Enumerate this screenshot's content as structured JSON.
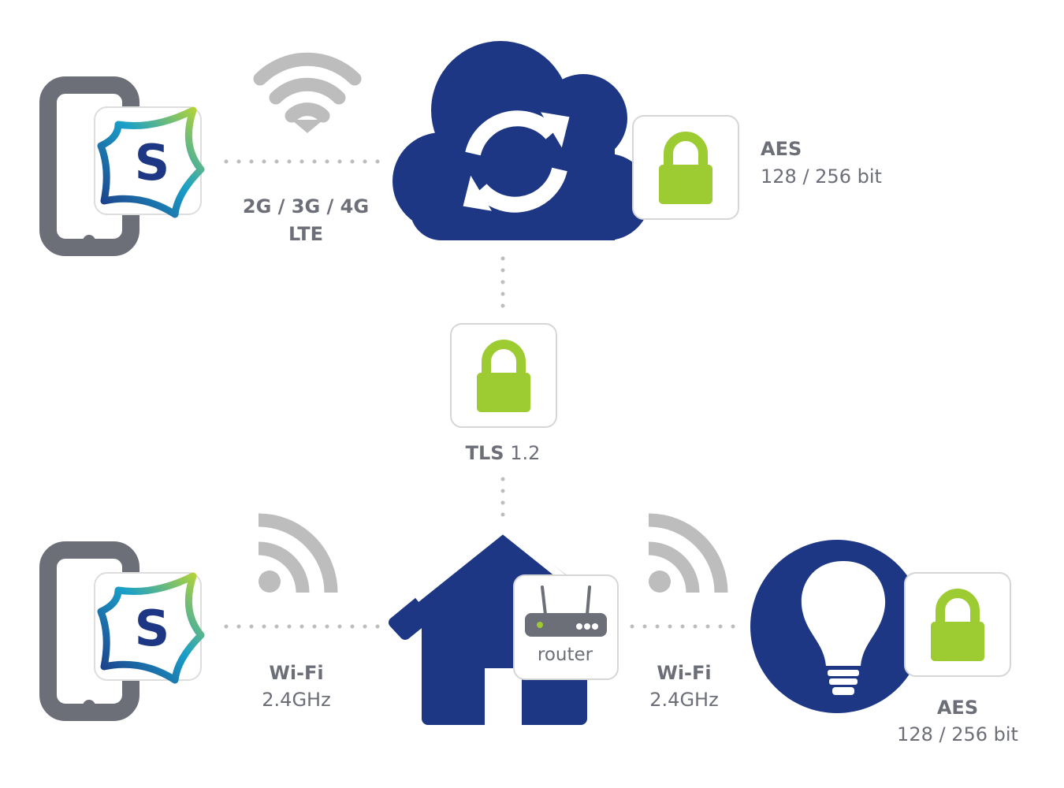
{
  "colors": {
    "navy": "#1d3785",
    "gray": "#6d6f78",
    "light_gray": "#bdbdbd",
    "lime": "#9dcb32"
  },
  "top": {
    "network_line1": "2G / 3G / 4G",
    "network_line2": "LTE",
    "cloud_encryption_title": "AES",
    "cloud_encryption_detail": "128 / 256 bit"
  },
  "middle": {
    "tls_label": "TLS",
    "tls_version": "1.2"
  },
  "bottom": {
    "left_link_line1": "Wi-Fi",
    "left_link_line2": "2.4GHz",
    "router_label": "router",
    "right_link_line1": "Wi-Fi",
    "right_link_line2": "2.4GHz",
    "device_encryption_title": "AES",
    "device_encryption_detail": "128 / 256 bit"
  },
  "app_icon_letter": "S"
}
